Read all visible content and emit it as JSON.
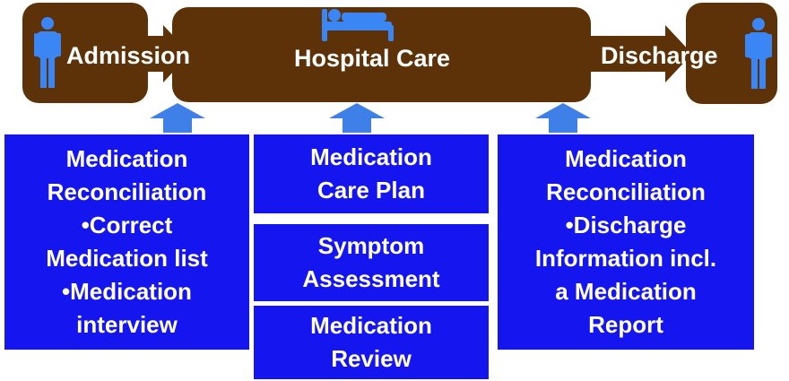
{
  "colors": {
    "stage_brown": "#5e3208",
    "process_blue": "#1515f0",
    "arrow_blue": "#3f7fe8",
    "person_blue": "#3b86f5"
  },
  "stages": {
    "admission": "Admission",
    "hospital_care": "Hospital Care",
    "discharge": "Discharge"
  },
  "icons": {
    "admission": "person-icon",
    "hospital_care": "patient-in-bed-icon",
    "discharge": "person-icon"
  },
  "boxes": {
    "admission": {
      "lines": [
        "Medication",
        "Reconciliation",
        "•Correct",
        "Medication list",
        "•Medication",
        "interview"
      ]
    },
    "care_plan": {
      "lines": [
        "Medication",
        "Care Plan"
      ]
    },
    "symptom": {
      "lines": [
        "Symptom",
        "Assessment"
      ]
    },
    "review": {
      "lines": [
        "Medication",
        "Review"
      ]
    },
    "discharge": {
      "lines": [
        "Medication",
        "Reconciliation",
        "•Discharge",
        "Information incl.",
        "a Medication",
        "Report"
      ]
    }
  }
}
